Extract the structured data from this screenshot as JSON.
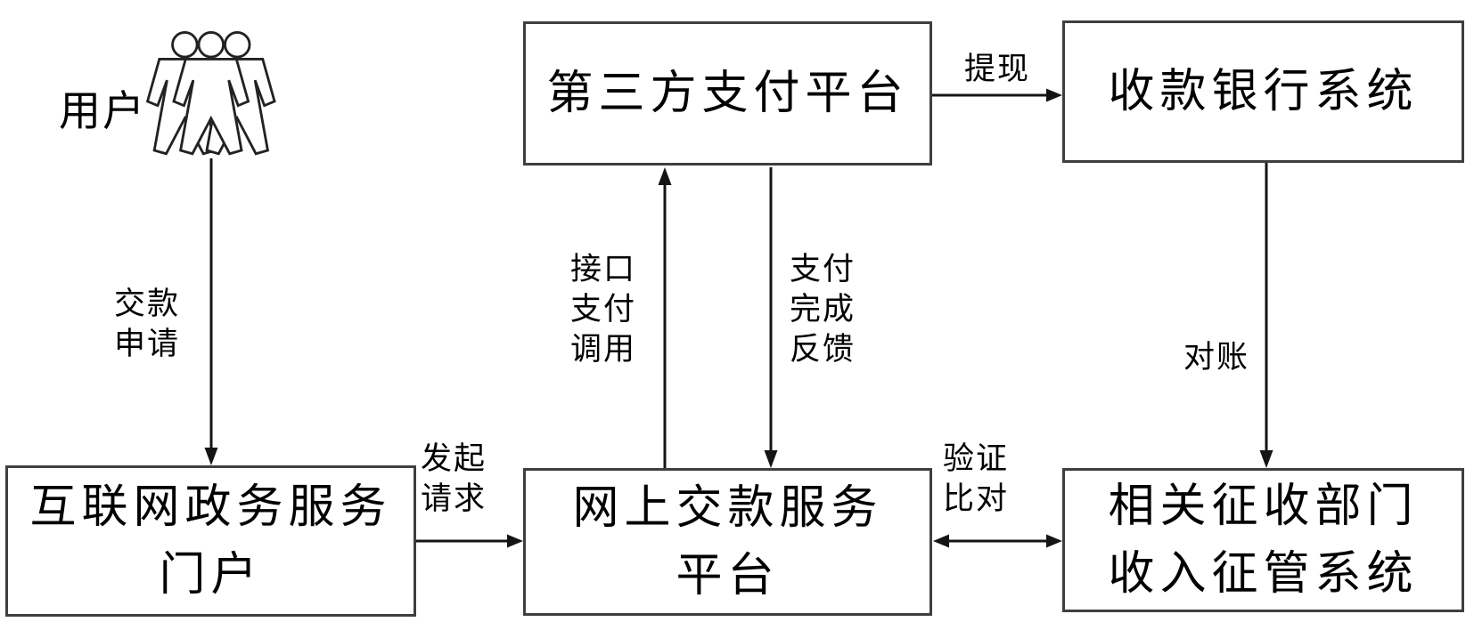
{
  "diagram": {
    "nodes": {
      "user": {
        "label": "用户"
      },
      "third_party": {
        "label": "第三方支付平台"
      },
      "bank": {
        "label": "收款银行系统"
      },
      "portal": {
        "line1": "互联网政务服务",
        "line2": "门户"
      },
      "platform": {
        "line1": "网上交款服务",
        "line2": "平台"
      },
      "collection": {
        "line1": "相关征收部门",
        "line2": "收入征管系统"
      }
    },
    "edges": {
      "payment_request": {
        "line1": "交款",
        "line2": "申请"
      },
      "initiate": {
        "line1": "发起",
        "line2": "请求"
      },
      "interface_call": {
        "line1": "接口",
        "line2": "支付",
        "line3": "调用"
      },
      "payment_feedback": {
        "line1": "支付",
        "line2": "完成",
        "line3": "反馈"
      },
      "withdraw": {
        "label": "提现"
      },
      "reconcile": {
        "label": "对账"
      },
      "verify": {
        "line1": "验证",
        "line2": "比对"
      }
    },
    "colors": {
      "background": "#ffffff",
      "box_border": "#3f3f3f",
      "arrow": "#141414",
      "text": "#000000"
    }
  }
}
